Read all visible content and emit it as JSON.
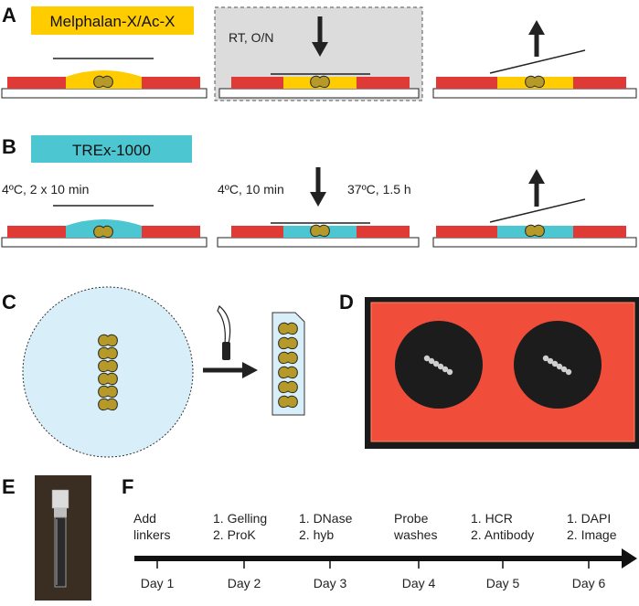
{
  "panels": {
    "a": {
      "letter": "A",
      "reagent": "Melphalan-X/Ac-X",
      "reagent_color": "#ffcc00",
      "condition": "RT, O/N"
    },
    "b": {
      "letter": "B",
      "reagent": "TREx-1000",
      "reagent_color": "#4cc6d0",
      "condition_left": "4ºC, 2 x 10 min",
      "condition_mid": "4ºC, 10 min",
      "condition_right": "37ºC, 1.5 h"
    },
    "c": {
      "letter": "C"
    },
    "d": {
      "letter": "D"
    },
    "e": {
      "letter": "E"
    },
    "f": {
      "letter": "F",
      "steps": [
        {
          "line1": "Add",
          "line2": "linkers",
          "day": "Day 1"
        },
        {
          "line1": "1. Gelling",
          "line2": "2. ProK",
          "day": "Day 2"
        },
        {
          "line1": "1. DNase",
          "line2": "2. hyb",
          "day": "Day 3"
        },
        {
          "line1": "Probe",
          "line2": "washes",
          "day": "Day 4"
        },
        {
          "line1": "1. HCR",
          "line2": "2. Antibody",
          "day": "Day 5"
        },
        {
          "line1": "1. DAPI",
          "line2": "2. Image",
          "day": "Day 6"
        }
      ]
    }
  },
  "colors": {
    "spacer_red": "#e03a36",
    "tissue_olive": "#b59a2a",
    "slide_white": "#ffffff",
    "dish_blue": "#d8eef8",
    "gray_box": "#dcdcdc",
    "gel_orange": "#f04e3a"
  }
}
